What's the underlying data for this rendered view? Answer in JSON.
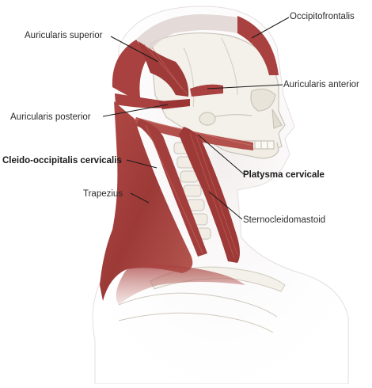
{
  "labels": {
    "occipitofrontalis": "Occipitofrontalis",
    "auricularis_superior": "Auricularis superior",
    "auricularis_anterior": "Auricularis anterior",
    "auricularis_posterior": "Auricularis posterior",
    "cleido_occipitalis_cervicalis": "Cleido-occipitalis cervicalis",
    "platysma_cervicale": "Platysma cervicale",
    "trapezius": "Trapezius",
    "sternocleidomastoid": "Sternocleidomastoid"
  },
  "colors": {
    "muscle": "#a8413f",
    "muscle_dark": "#7e2c2c",
    "muscle_light": "#c96a60",
    "bone": "#f4f1ea",
    "bone_outline": "#c9c4ba",
    "leader_line": "#1a1a1a"
  },
  "style": "medical anatomical illustration, lateral view of head and neck"
}
